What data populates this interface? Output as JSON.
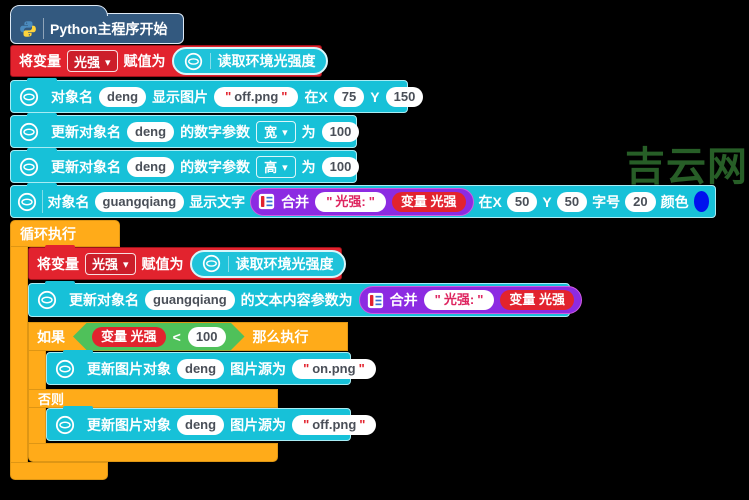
{
  "watermark": "吉云网",
  "misc": {
    "quote": "\""
  },
  "colors": {
    "block_cyan": "#17C1D8",
    "block_red": "#E2232E",
    "block_orange": "#FFAB19",
    "block_purple": "#8C2BE2",
    "block_green": "#4FC15A",
    "hat_blue": "#33597F",
    "color_swatch_blue": "#0011EE",
    "watermark_green": "#275E27"
  },
  "hat": {
    "label": "Python主程序开始"
  },
  "set_var_top": {
    "prefix": "将变量",
    "variable": "光强",
    "suffix": "赋值为",
    "reporter": "读取环境光强度"
  },
  "show_image": {
    "label_object": "对象名",
    "object": "deng",
    "label_action": "显示图片",
    "file": "off.png",
    "label_x": "在X",
    "x": "75",
    "label_y": "Y",
    "y": "150"
  },
  "set_width": {
    "label_update": "更新对象名",
    "object": "deng",
    "label_param": "的数字参数",
    "param": "宽",
    "label_to": "为",
    "value": "100"
  },
  "set_height": {
    "label_update": "更新对象名",
    "object": "deng",
    "label_param": "的数字参数",
    "param": "高",
    "label_to": "为",
    "value": "100"
  },
  "show_text": {
    "label_object": "对象名",
    "object": "guangqiang",
    "label_action": "显示文字",
    "label_x": "在X",
    "x": "50",
    "label_y": "Y",
    "y": "50",
    "label_size": "字号",
    "size": "20",
    "label_color": "颜色"
  },
  "merge_top": {
    "label": "合并",
    "string": "光强: ",
    "variable": "变量 光强"
  },
  "loop": {
    "label": "循环执行"
  },
  "set_var_loop": {
    "prefix": "将变量",
    "variable": "光强",
    "suffix": "赋值为",
    "reporter": "读取环境光强度"
  },
  "update_text": {
    "label_update": "更新对象名",
    "object": "guangqiang",
    "label_param": "的文本内容参数为"
  },
  "merge_loop": {
    "label": "合并",
    "string": "光强: ",
    "variable": "变量 光强"
  },
  "if_block": {
    "label_if": "如果",
    "condition_variable": "变量 光强",
    "operator": "<",
    "threshold": "100",
    "label_then": "那么执行",
    "label_else": "否则"
  },
  "update_image_on": {
    "label_update": "更新图片对象",
    "object": "deng",
    "label_source": "图片源为",
    "file": "on.png"
  },
  "update_image_off": {
    "label_update": "更新图片对象",
    "object": "deng",
    "label_source": "图片源为",
    "file": "off.png"
  }
}
